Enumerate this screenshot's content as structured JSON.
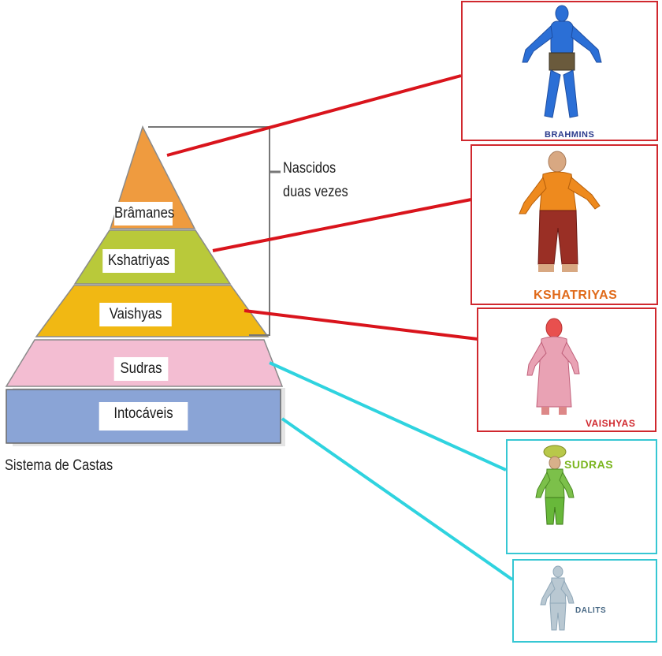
{
  "diagram": {
    "caption": "Sistema de Castas",
    "bracket_label_line1": "Nascidos",
    "bracket_label_line2": "duas vezes",
    "tiers": [
      {
        "label": "Brâmanes",
        "color": "#ef9b3f"
      },
      {
        "label": "Kshatriyas",
        "color": "#b9c93a"
      },
      {
        "label": "Vaishyas",
        "color": "#f1b813"
      },
      {
        "label": "Sudras",
        "color": "#f3bdd2"
      },
      {
        "label": "Intocáveis",
        "color": "#8aa4d6"
      }
    ],
    "figures": [
      {
        "label": "BRAHMINS",
        "frame_color": "#d0282e",
        "label_color": "#2a3a8c",
        "line_color": "#d9141c",
        "figure_color": "#2b6fd6",
        "icon": "blue-figure-icon"
      },
      {
        "label": "KSHATRIYAS",
        "frame_color": "#d0282e",
        "label_color": "#e06a1a",
        "line_color": "#d9141c",
        "figure_color": "#ee8a1e",
        "icon": "orange-figure-icon"
      },
      {
        "label": "VAISHYAS",
        "frame_color": "#d0282e",
        "label_color": "#d0282e",
        "line_color": "#d9141c",
        "figure_color": "#d96a86",
        "icon": "pink-figure-icon"
      },
      {
        "label": "SUDRAS",
        "frame_color": "#36c7d3",
        "label_color": "#7ab51d",
        "line_color": "#2fd3df",
        "figure_color": "#68b83a",
        "icon": "green-figure-icon"
      },
      {
        "label": "DALITS",
        "frame_color": "#36c7d3",
        "label_color": "#4a6a86",
        "line_color": "#2fd3df",
        "figure_color": "#8fa7b8",
        "icon": "grey-figure-icon"
      }
    ]
  }
}
